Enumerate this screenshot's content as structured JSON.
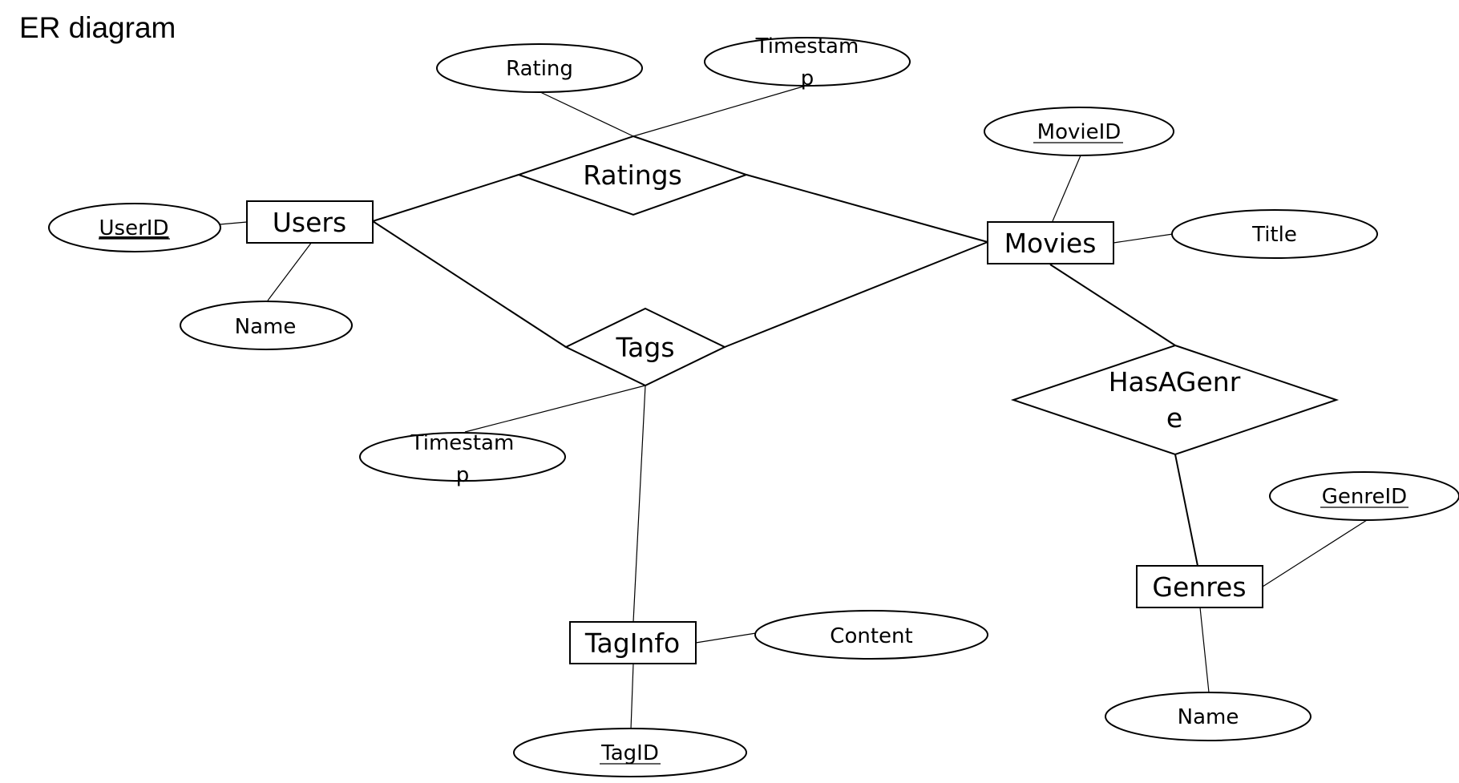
{
  "title": "ER diagram",
  "entities": {
    "users": "Users",
    "movies": "Movies",
    "taginfo": "TagInfo",
    "genres": "Genres"
  },
  "relationships": {
    "ratings": "Ratings",
    "tags": "Tags",
    "hasagenre_line1": "HasAGenr",
    "hasagenre_line2": "e"
  },
  "attributes": {
    "rating": "Rating",
    "ratings_timestamp_line1": "Timestam",
    "ratings_timestamp_line2": "p",
    "userid": "UserID",
    "user_name": "Name",
    "movieid": "MovieID",
    "title": "Title",
    "tags_timestamp_line1": "Timestam",
    "tags_timestamp_line2": "p",
    "content": "Content",
    "tagid": "TagID",
    "genreid": "GenreID",
    "genre_name": "Name"
  },
  "key_attributes": [
    "UserID",
    "MovieID",
    "TagID",
    "GenreID"
  ]
}
